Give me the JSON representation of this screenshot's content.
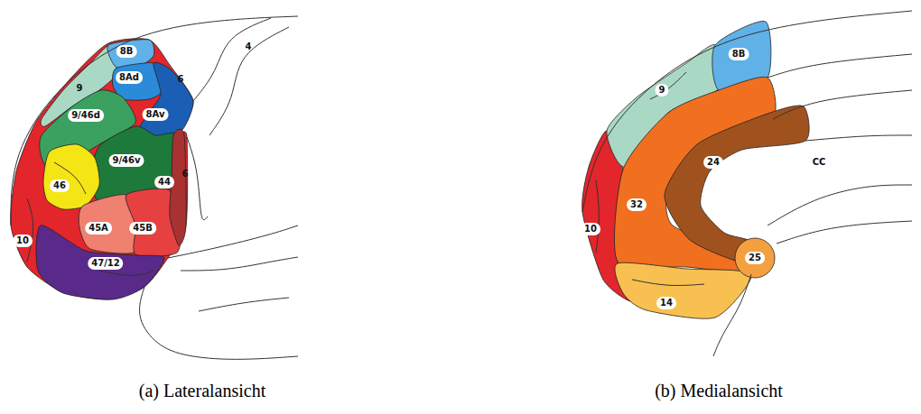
{
  "diagram": {
    "labels": [
      "8B",
      "8Ad",
      "9",
      "6",
      "9/46d",
      "8Av",
      "9/46v",
      "46",
      "44",
      "6",
      "45A",
      "45B",
      "10",
      "47/12",
      "4",
      "8B",
      "9",
      "24",
      "CC",
      "32",
      "10",
      "25",
      "14",
      "(a) Lateralansicht",
      "(b) Medialansicht"
    ]
  }
}
